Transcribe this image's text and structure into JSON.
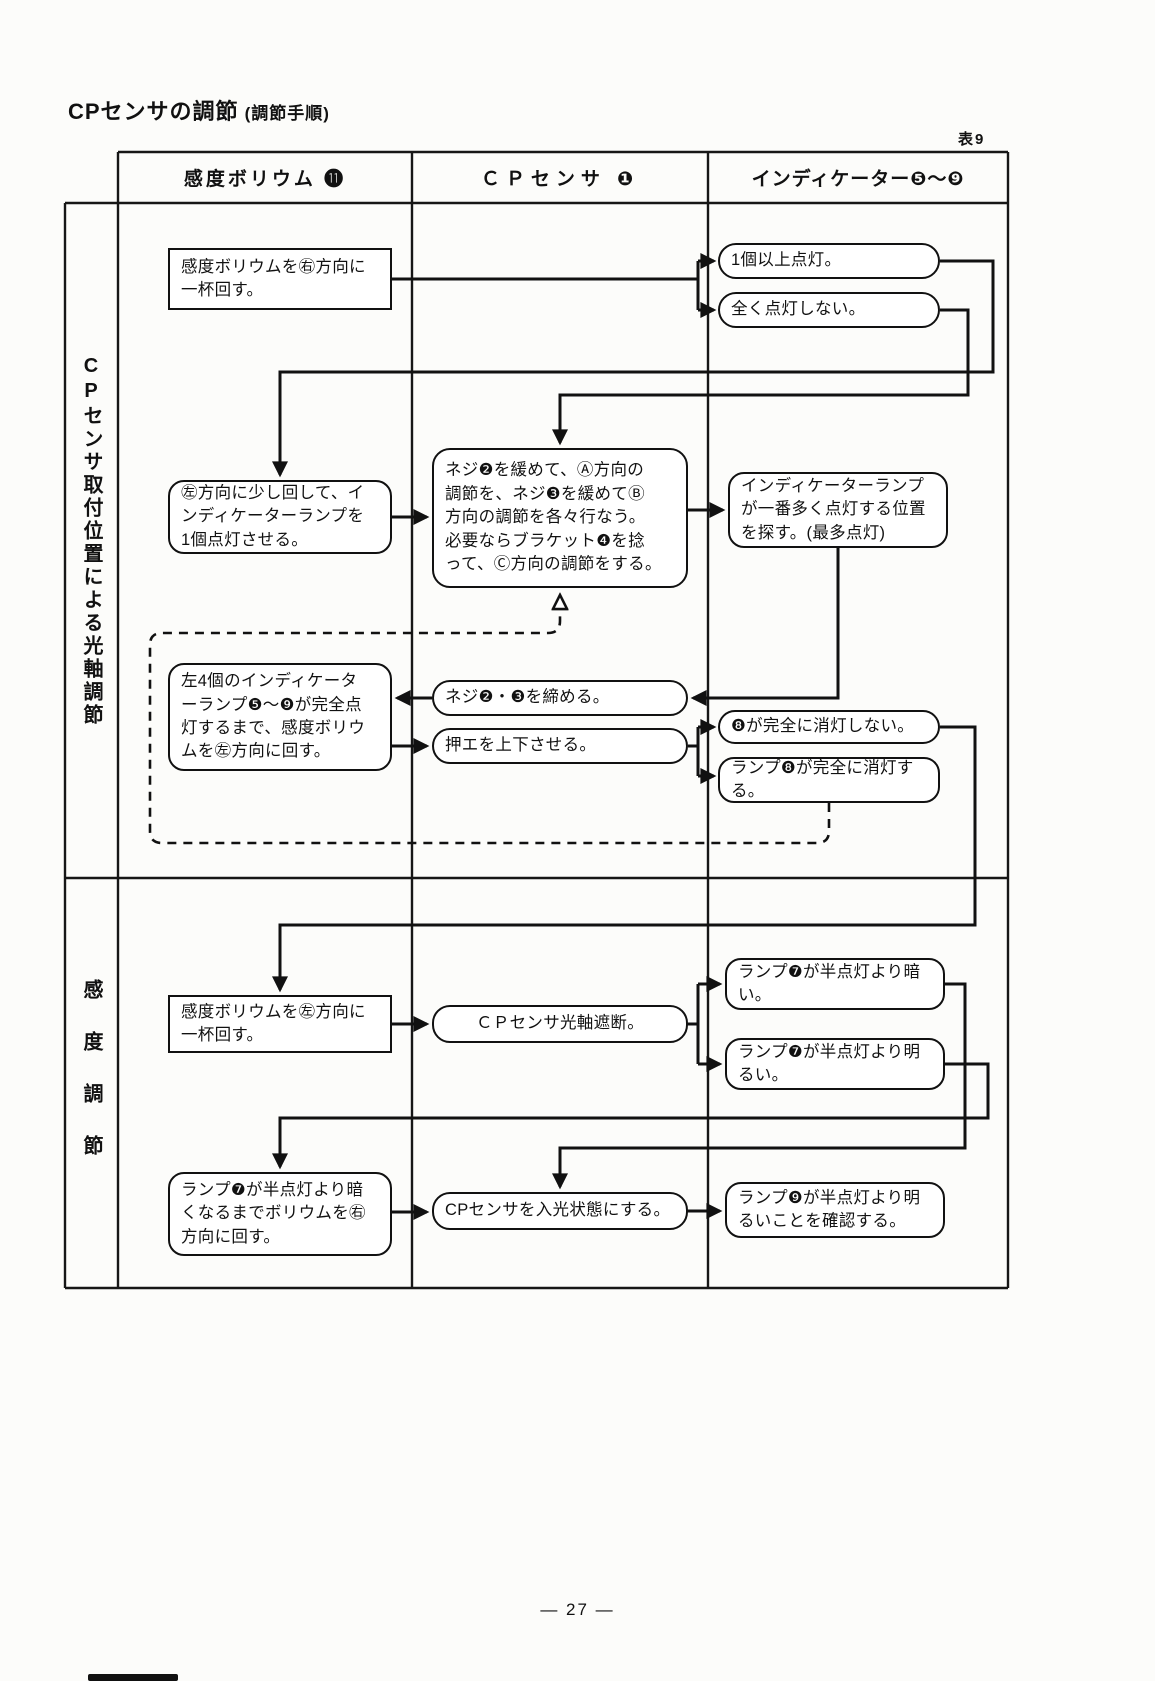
{
  "page": {
    "title": "CPセンサの調節",
    "subtitle": "(調節手順)",
    "table_label": "表9",
    "page_number": "— 27 —"
  },
  "table": {
    "headers": [
      {
        "label": "感度ボリウム ⓫"
      },
      {
        "label": "ＣＰセンサ ❶"
      },
      {
        "label": "インディケーター❺～❾"
      }
    ],
    "sections": [
      {
        "label": "CPセンサ取付位置による光軸調節"
      },
      {
        "label": "感度調節"
      }
    ]
  },
  "boxes": {
    "b1": {
      "text": "感度ボリウムを㊨方向に\n一杯回す。"
    },
    "b2": {
      "text": "1個以上点灯。"
    },
    "b3": {
      "text": "全く点灯しない。"
    },
    "b4": {
      "text": "㊧方向に少し回して、イ\nンディケーターランプを\n1個点灯させる。"
    },
    "b5": {
      "text": "ネジ❷を緩めて、Ⓐ方向の\n調節を、ネジ❸を緩めてⒷ\n方向の調節を各々行なう。\n必要ならブラケット❹を捻\nって、Ⓒ方向の調節をする。"
    },
    "b6": {
      "text": "インディケーターランプ\nが一番多く点灯する位置\nを探す。(最多点灯)"
    },
    "b7": {
      "text": "左4個のインディケータ\nーランプ❺～❾が完全点\n灯するまで、感度ボリウ\nムを㊧方向に回す。"
    },
    "b8": {
      "text": "ネジ❷・❸を締める。"
    },
    "b9": {
      "text": "押エを上下させる。"
    },
    "b10": {
      "text": "❽が完全に消灯しない。"
    },
    "b11": {
      "text": "ランプ❽が完全に消灯す\nる。"
    },
    "b12": {
      "text": "感度ボリウムを㊧方向に\n一杯回す。"
    },
    "b13": {
      "text": "ＣＰセンサ光軸遮断。"
    },
    "b14": {
      "text": "ランプ❼が半点灯より暗\nい。"
    },
    "b15": {
      "text": "ランプ❼が半点灯より明\nるい。"
    },
    "b16": {
      "text": "ランプ❼が半点灯より暗\nくなるまでボリウムを㊨\n方向に回す。"
    },
    "b17": {
      "text": "CPセンサを入光状態にする。"
    },
    "b18": {
      "text": "ランプ❾が半点灯より明\nるいことを確認する。"
    }
  },
  "flow": [
    {
      "from": "b1",
      "to": "b2",
      "style": "solid"
    },
    {
      "from": "b1",
      "to": "b3",
      "style": "solid"
    },
    {
      "from": "b2",
      "to": "b4",
      "style": "solid"
    },
    {
      "from": "b3",
      "to": "b5",
      "style": "solid"
    },
    {
      "from": "b4",
      "to": "b5",
      "style": "solid"
    },
    {
      "from": "b5",
      "to": "b6",
      "style": "solid"
    },
    {
      "from": "b6",
      "to": "b8",
      "style": "solid"
    },
    {
      "from": "b8",
      "to": "b7",
      "style": "solid"
    },
    {
      "from": "b7",
      "to": "b9",
      "style": "solid"
    },
    {
      "from": "b9",
      "to": "b10",
      "style": "solid"
    },
    {
      "from": "b9",
      "to": "b11",
      "style": "solid"
    },
    {
      "from": "b10",
      "to": "b12",
      "style": "solid"
    },
    {
      "from": "b11",
      "to": "b5",
      "style": "dashed"
    },
    {
      "from": "b12",
      "to": "b13",
      "style": "solid"
    },
    {
      "from": "b13",
      "to": "b14",
      "style": "solid"
    },
    {
      "from": "b13",
      "to": "b15",
      "style": "solid"
    },
    {
      "from": "b15",
      "to": "b16",
      "style": "solid"
    },
    {
      "from": "b14",
      "to": "b17",
      "style": "solid"
    },
    {
      "from": "b16",
      "to": "b17",
      "style": "solid"
    },
    {
      "from": "b17",
      "to": "b18",
      "style": "solid"
    }
  ],
  "colors": {
    "ink": "#111111",
    "paper": "#fcfcfa"
  }
}
